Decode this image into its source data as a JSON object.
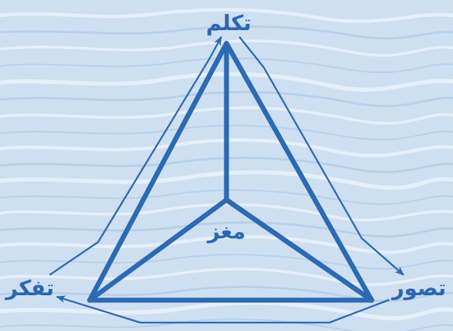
{
  "diagram": {
    "nodes": [
      {
        "text": [
          "تكلم"
        ]
      },
      {
        "text": [
          "تصور"
        ]
      },
      {
        "text": [
          "تفكر"
        ]
      }
    ],
    "edges": [
      {
        "from": 0,
        "to": 1,
        "arrow": "to"
      },
      {
        "from": 1,
        "to": 2,
        "arrow": "to"
      },
      {
        "from": 2,
        "to": 0,
        "arrow": "to"
      }
    ],
    "labels": [
      "مغز"
    ]
  }
}
